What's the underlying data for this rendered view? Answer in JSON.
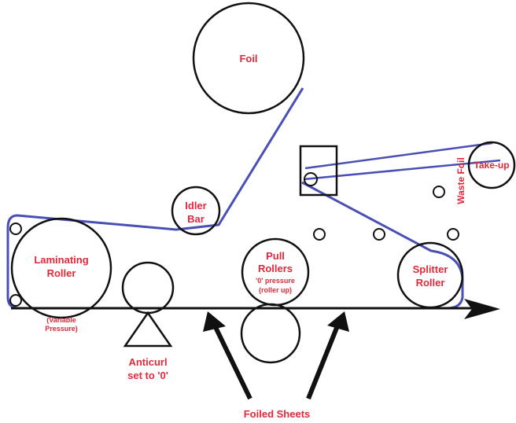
{
  "colors": {
    "label": "#e0293a",
    "path": "#4a4fb5",
    "outline": "#111111"
  },
  "labels": {
    "foil": "Foil",
    "idler_line1": "Idler",
    "idler_line2": "Bar",
    "take_up": "Take-up",
    "waste_foil": "Waste Foil",
    "laminating_line1": "Laminating",
    "laminating_line2": "Roller",
    "variable_line1": "(Variable",
    "variable_line2": "Pressure)",
    "pull_line1": "Pull",
    "pull_line2": "Rollers",
    "pull_line3": "'0' pressure",
    "pull_line4": "(roller up)",
    "splitter_line1": "Splitter",
    "splitter_line2": "Roller",
    "anticurl_line1": "Anticurl",
    "anticurl_line2": "set to '0'",
    "foiled_sheets": "Foiled Sheets"
  }
}
